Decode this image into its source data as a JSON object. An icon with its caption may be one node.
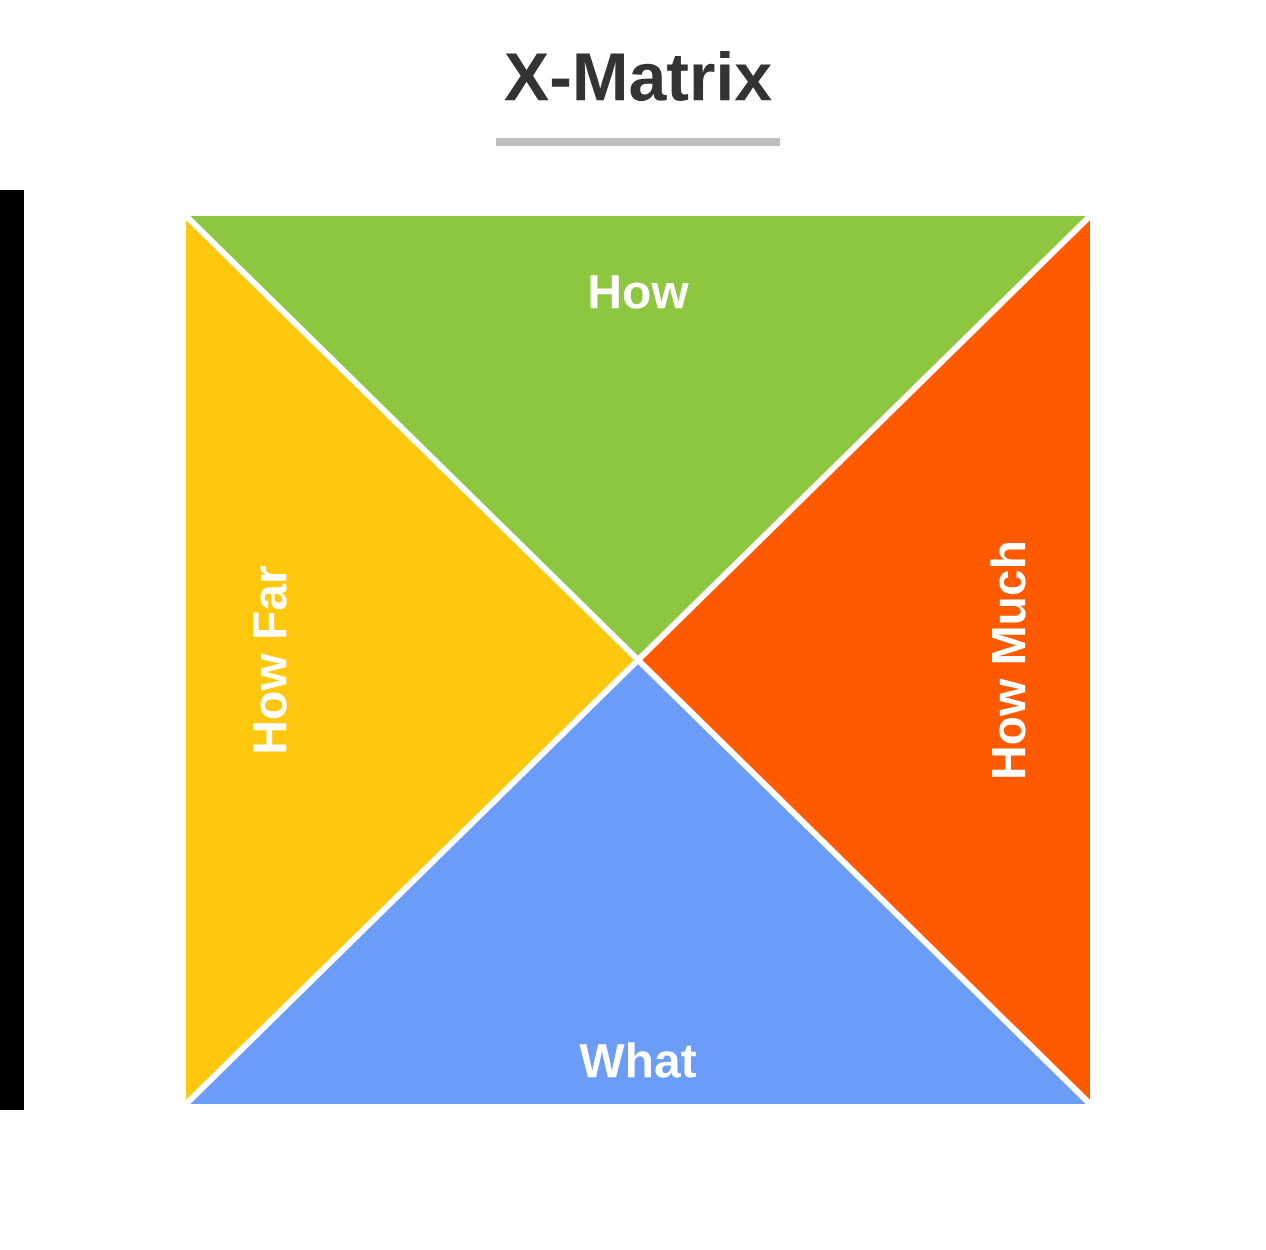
{
  "diagram": {
    "title": "X-Matrix",
    "nodes": [
      {
        "text": [
          "How"
        ]
      },
      {
        "text": [
          "How Far"
        ]
      },
      {
        "text": [
          "How Much"
        ]
      },
      {
        "text": [
          "What"
        ]
      }
    ]
  }
}
